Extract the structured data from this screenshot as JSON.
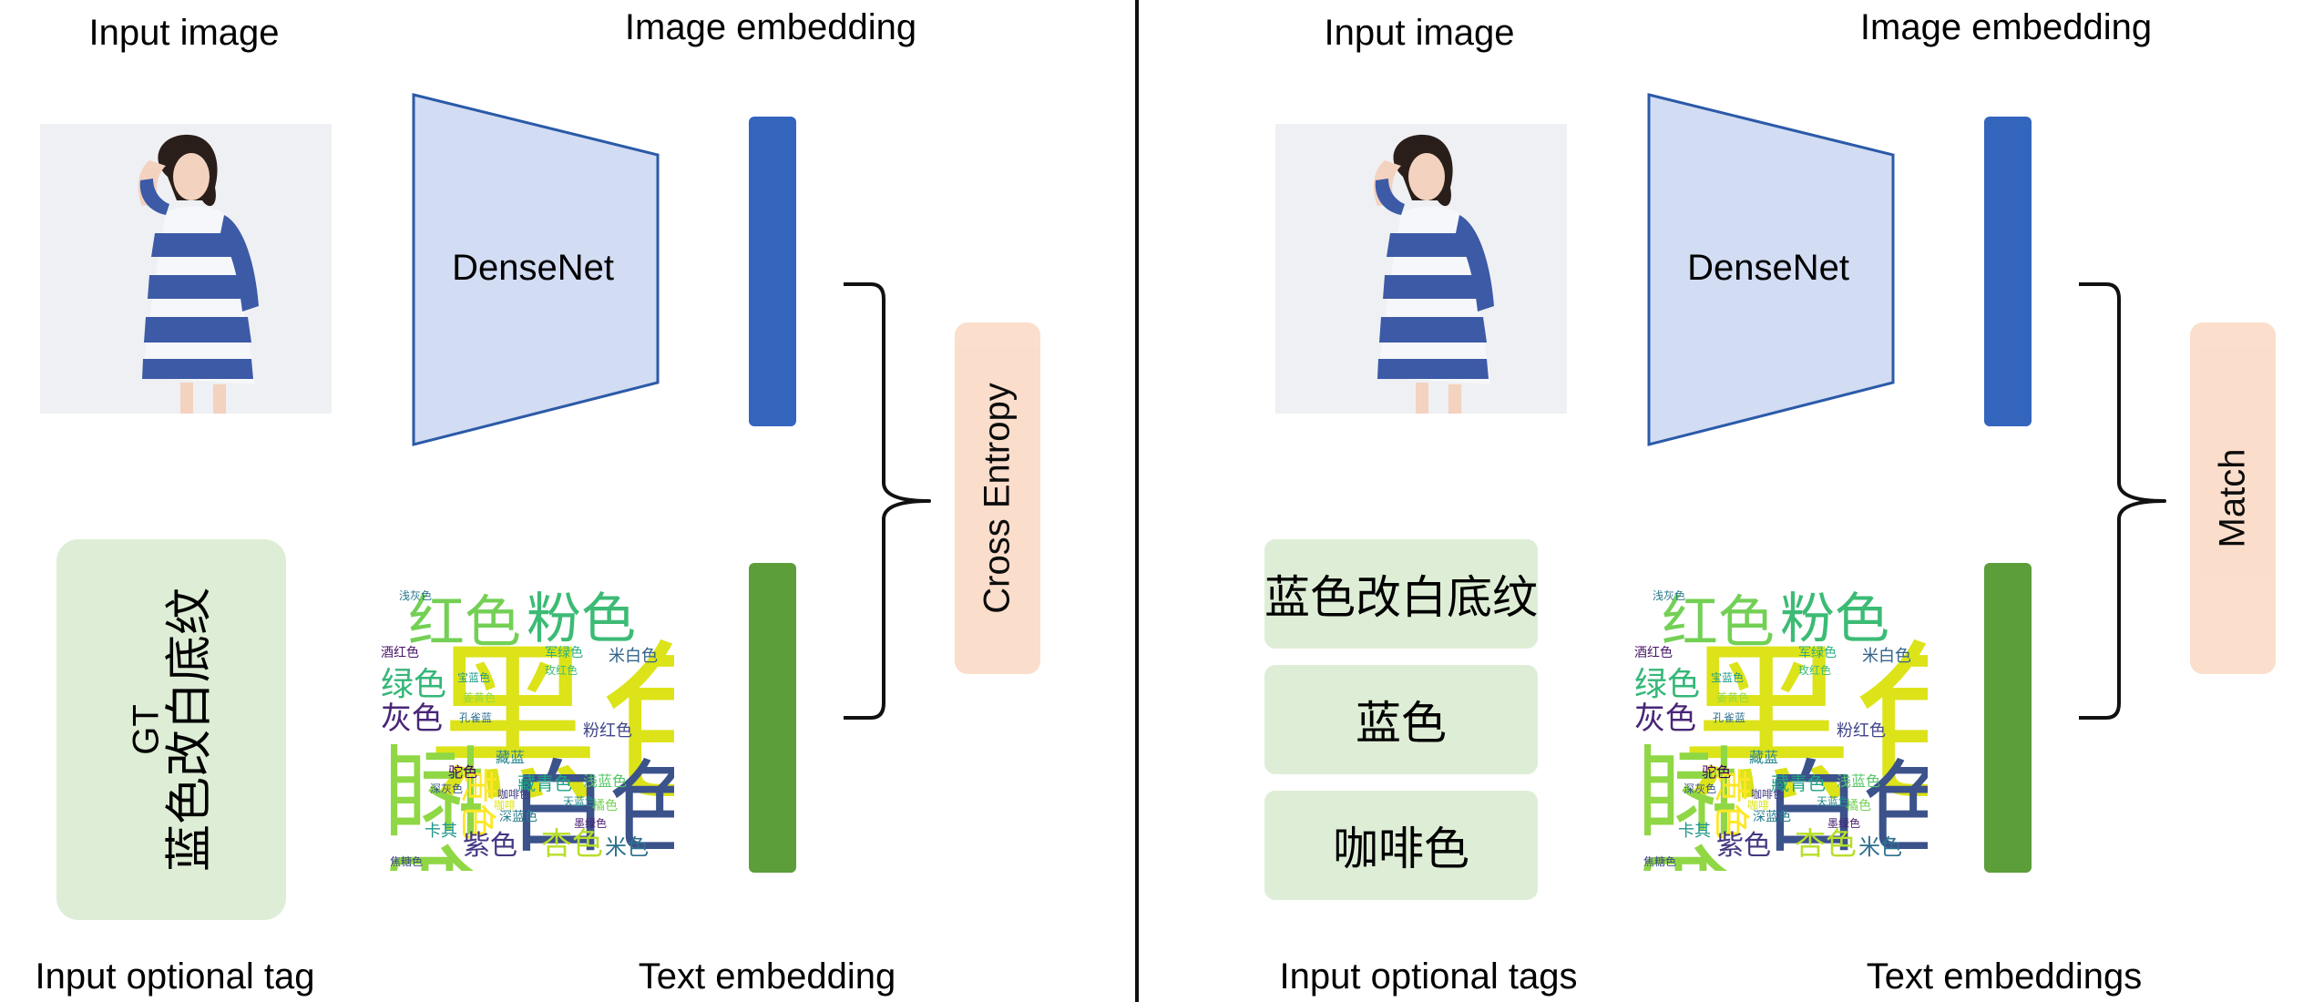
{
  "left_panel": {
    "input_image_label": "Input image",
    "image_embedding_label": "Image embedding",
    "encoder_label": "DenseNet",
    "loss_label": "Cross Entropy",
    "gt_label": "GT",
    "gt_tag": "蓝色改白底纹",
    "input_tag_label": "Input optional tag",
    "text_embedding_label": "Text embedding"
  },
  "right_panel": {
    "input_image_label": "Input image",
    "image_embedding_label": "Image embedding",
    "encoder_label": "DenseNet",
    "loss_label": "Match",
    "tags": [
      "蓝色改白底纹",
      "蓝色",
      "咖啡色"
    ],
    "input_tags_label": "Input optional tags",
    "text_embeddings_label": "Text embeddings"
  },
  "word_cloud": [
    {
      "text": "黑色",
      "color": "#dce319"
    },
    {
      "text": "白色",
      "color": "#3b528b"
    },
    {
      "text": "蓝色",
      "color": "#8fd744"
    },
    {
      "text": "红色",
      "color": "#73d055"
    },
    {
      "text": "粉色",
      "color": "#3cbb75"
    },
    {
      "text": "绿色",
      "color": "#35b779"
    },
    {
      "text": "灰色",
      "color": "#482677"
    },
    {
      "text": "黄色",
      "color": "#fde725"
    },
    {
      "text": "杏色",
      "color": "#b8de29"
    },
    {
      "text": "紫色",
      "color": "#453781"
    },
    {
      "text": "米色",
      "color": "#2d708e"
    },
    {
      "text": "卡其",
      "color": "#1f968b"
    },
    {
      "text": "米白色",
      "color": "#33638d"
    },
    {
      "text": "粉红色",
      "color": "#404688"
    },
    {
      "text": "酒红色",
      "color": "#481567"
    },
    {
      "text": "军绿色",
      "color": "#29af7f"
    },
    {
      "text": "藏青色",
      "color": "#20a386"
    },
    {
      "text": "浅蓝色",
      "color": "#55c667"
    },
    {
      "text": "深蓝色",
      "color": "#287d8e"
    },
    {
      "text": "深灰色",
      "color": "#39568c"
    },
    {
      "text": "驼色",
      "color": "#440154"
    },
    {
      "text": "咖啡色",
      "color": "#433e85"
    },
    {
      "text": "浅灰色",
      "color": "#2a788e"
    },
    {
      "text": "焦糖色",
      "color": "#3f4788"
    },
    {
      "text": "咖啡",
      "color": "#dce319"
    },
    {
      "text": "橘色",
      "color": "#75d054"
    },
    {
      "text": "藏蓝",
      "color": "#25858e"
    },
    {
      "text": "宝蓝色",
      "color": "#1e9b8a"
    },
    {
      "text": "孔雀蓝",
      "color": "#2e6e8e"
    },
    {
      "text": "墨绿色",
      "color": "#481f70"
    },
    {
      "text": "天蓝色",
      "color": "#238a8d"
    },
    {
      "text": "姜黄色",
      "color": "#95d840"
    },
    {
      "text": "玫红色",
      "color": "#3dbc74"
    }
  ]
}
